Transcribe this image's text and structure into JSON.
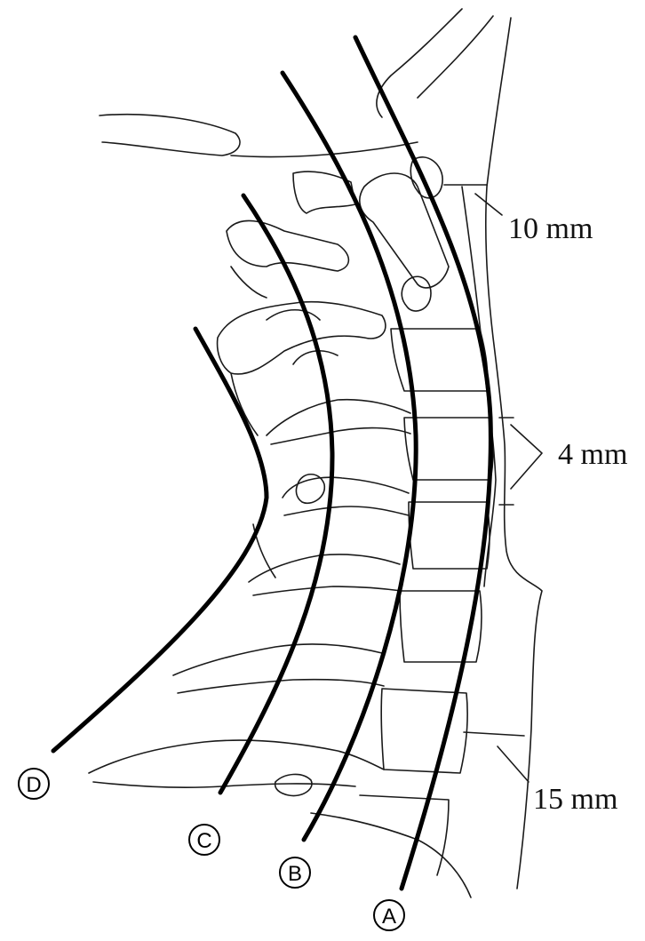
{
  "measurements": {
    "upper": "10 mm",
    "middle": "4 mm",
    "lower": "15 mm"
  },
  "lines": {
    "a": "A",
    "b": "B",
    "c": "C",
    "d": "D"
  }
}
